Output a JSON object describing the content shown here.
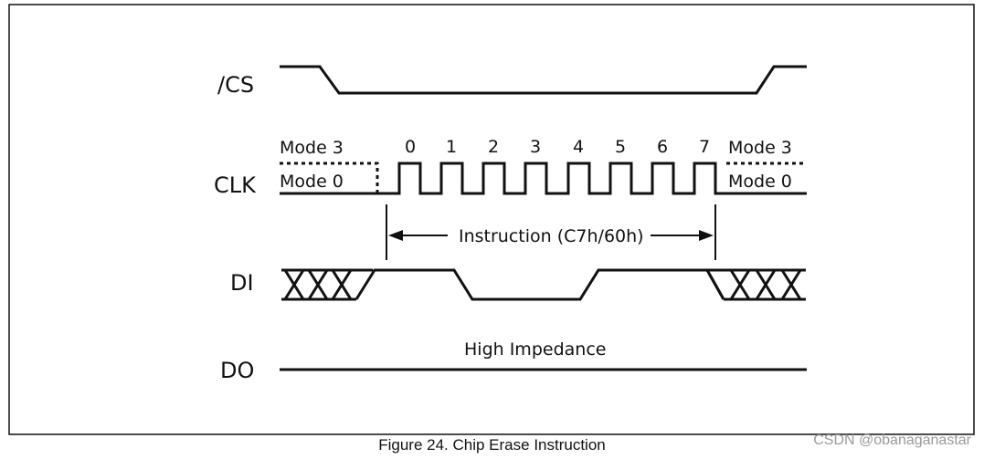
{
  "figure": {
    "caption": "Figure 24. Chip Erase Instruction",
    "watermark": "CSDN @obanaganastar"
  },
  "signals": {
    "cs": "/CS",
    "clk": "CLK",
    "di": "DI",
    "do": "DO"
  },
  "clk": {
    "mode3_left": "Mode 3",
    "mode0_left": "Mode 0",
    "mode3_right": "Mode 3",
    "mode0_right": "Mode 0",
    "bits": [
      "0",
      "1",
      "2",
      "3",
      "4",
      "5",
      "6",
      "7"
    ]
  },
  "annotations": {
    "instruction": "Instruction (C7h/60h)",
    "do_state": "High Impedance"
  }
}
